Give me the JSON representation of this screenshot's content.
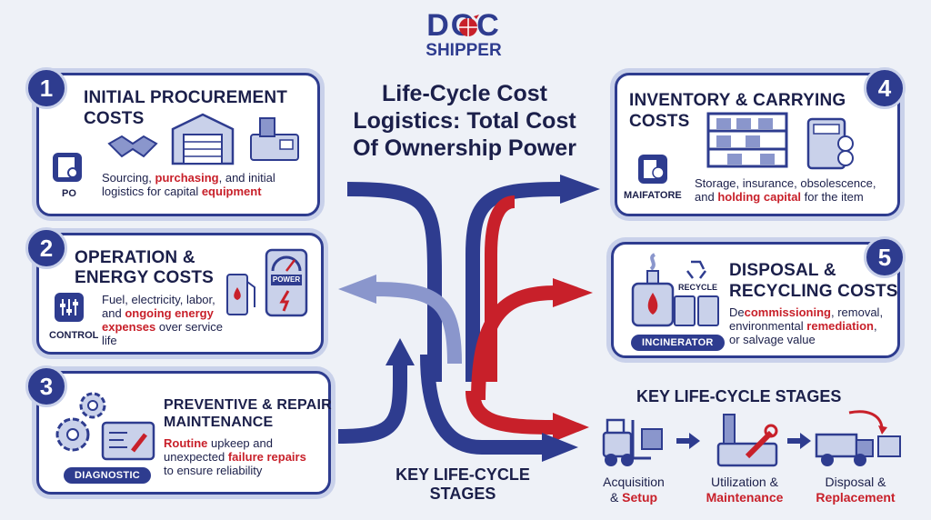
{
  "brand": {
    "line1": "DOC",
    "line2": "SHIPPER"
  },
  "title": "Life-Cycle Cost Logistics: Total Cost Of Ownership Power",
  "cards": [
    {
      "number": "1",
      "title_line1": "INITIAL PROCUREMENT",
      "title_line2": "COSTS",
      "icon_tag": "PO",
      "desc_pre": "Sourcing, ",
      "desc_hl1": "purchasing",
      "desc_mid": ", and initial logistics for capital ",
      "desc_hl2": "equipment"
    },
    {
      "number": "2",
      "title_line1": "OPERATION &",
      "title_line2": "ENERGY COSTS",
      "icon_tag": "CONTROL",
      "gauge_label": "POWER",
      "desc_pre": "Fuel, electricity, labor, and ",
      "desc_hl1": "ongoing energy expenses",
      "desc_mid": " over service life"
    },
    {
      "number": "3",
      "title_line1": "PREVENTIVE & REPAIR",
      "title_line2": "MAINTENANCE",
      "icon_tag": "DIAGNOSTIC",
      "desc_hl1": "Routine",
      "desc_mid": " upkeep and unexpected ",
      "desc_hl2": "failure repairs",
      "desc_post": " to ensure reliability"
    },
    {
      "number": "4",
      "title_line1": "INVENTORY & CARRYING",
      "title_line2": "COSTS",
      "icon_tag": "MAIFATORE",
      "desc_pre": "Storage, insurance, obsolescence, and ",
      "desc_hl1": "holding capital",
      "desc_mid": " for the item"
    },
    {
      "number": "5",
      "title_line1": "DISPOSAL &",
      "title_line2": "RECYCLING COSTS",
      "icon_tag": "INCINERATOR",
      "recycle_label": "RECYCLE",
      "desc_pre": "De",
      "desc_hl1": "commissioning",
      "desc_mid": ", removal, environmental ",
      "desc_hl2": "remediation",
      "desc_post": ", or salvage value"
    }
  ],
  "center_label": "KEY LIFE-CYCLE STAGES",
  "stages": {
    "heading": "KEY LIFE-CYCLE STAGES",
    "items": [
      {
        "line1": "Acquisition",
        "amp": "& ",
        "hl": "Setup"
      },
      {
        "line1": "Utilization &",
        "hl": "Maintenance"
      },
      {
        "line1": "Disposal &",
        "hl": "Replacement"
      }
    ]
  },
  "colors": {
    "navy": "#2e3c8f",
    "red": "#c8202a",
    "light": "#c9d1ea",
    "text": "#1b1f4a"
  },
  "icons": [
    "handshake-icon",
    "warehouse-icon",
    "machine-icon",
    "po-doc-icon",
    "fuel-pump-icon",
    "power-gauge-icon",
    "control-panel-icon",
    "gears-icon",
    "diagnostic-screen-icon",
    "shelves-icon",
    "calculator-icon",
    "storage-cabinet-icon",
    "incinerator-icon",
    "recycle-bins-icon",
    "forklift-icon",
    "cnc-machine-icon",
    "dump-truck-icon"
  ]
}
